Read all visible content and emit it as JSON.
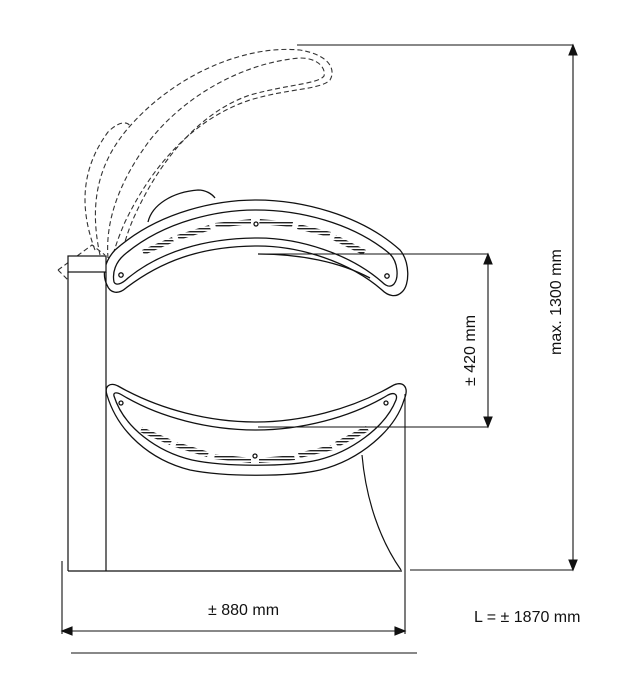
{
  "diagram": {
    "subject": "tanning bed side elevation with dimensions",
    "stroke_color": "#111111",
    "background": "#ffffff",
    "dimensions": {
      "width_label": "± 880 mm",
      "gap_label": "± 420 mm",
      "height_label": "max. 1300 mm",
      "length_label": "L = ± 1870 mm"
    },
    "parts": [
      "canopy (upper lamp unit)",
      "canopy open position (dashed)",
      "bench (lower lamp unit)",
      "base column",
      "support leg"
    ]
  }
}
